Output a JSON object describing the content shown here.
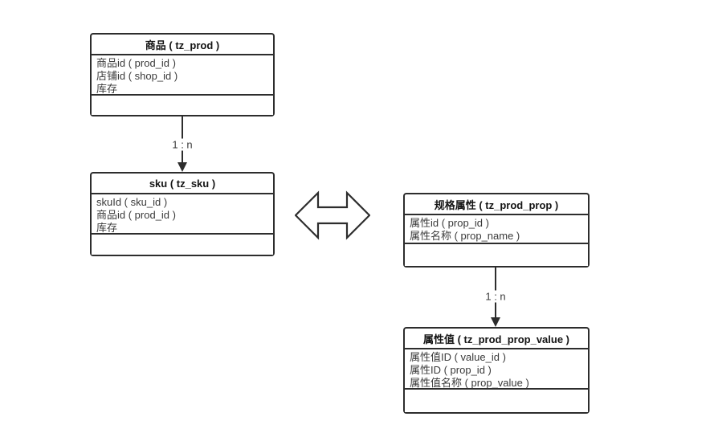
{
  "diagram": {
    "type": "er-diagram",
    "colors": {
      "background": "#ffffff",
      "border": "#2d2d2d",
      "header_text": "#141414",
      "row_text": "#3a3a3a"
    },
    "tables": [
      {
        "title": "商品 ( tz_prod )",
        "rows": [
          "商品id ( prod_id )",
          "店铺id ( shop_id )",
          "库存"
        ]
      },
      {
        "title": "sku ( tz_sku )",
        "rows": [
          "skuId ( sku_id )",
          "商品id ( prod_id )",
          "库存"
        ]
      },
      {
        "title": "规格属性 ( tz_prod_prop )",
        "rows": [
          "属性id ( prop_id )",
          "属性名称 ( prop_name )"
        ]
      },
      {
        "title": "属性值 ( tz_prod_prop_value )",
        "rows": [
          "属性值ID ( value_id )",
          "属性ID ( prop_id )",
          "属性值名称 ( prop_value )"
        ]
      }
    ],
    "connectors": [
      {
        "label": "1 : n",
        "from": "商品 ( tz_prod )",
        "to": "sku ( tz_sku )"
      },
      {
        "label": "1 : n",
        "from": "规格属性 ( tz_prod_prop )",
        "to": "属性值 ( tz_prod_prop_value )"
      }
    ],
    "relation_symbol": "double-headed-arrow"
  }
}
